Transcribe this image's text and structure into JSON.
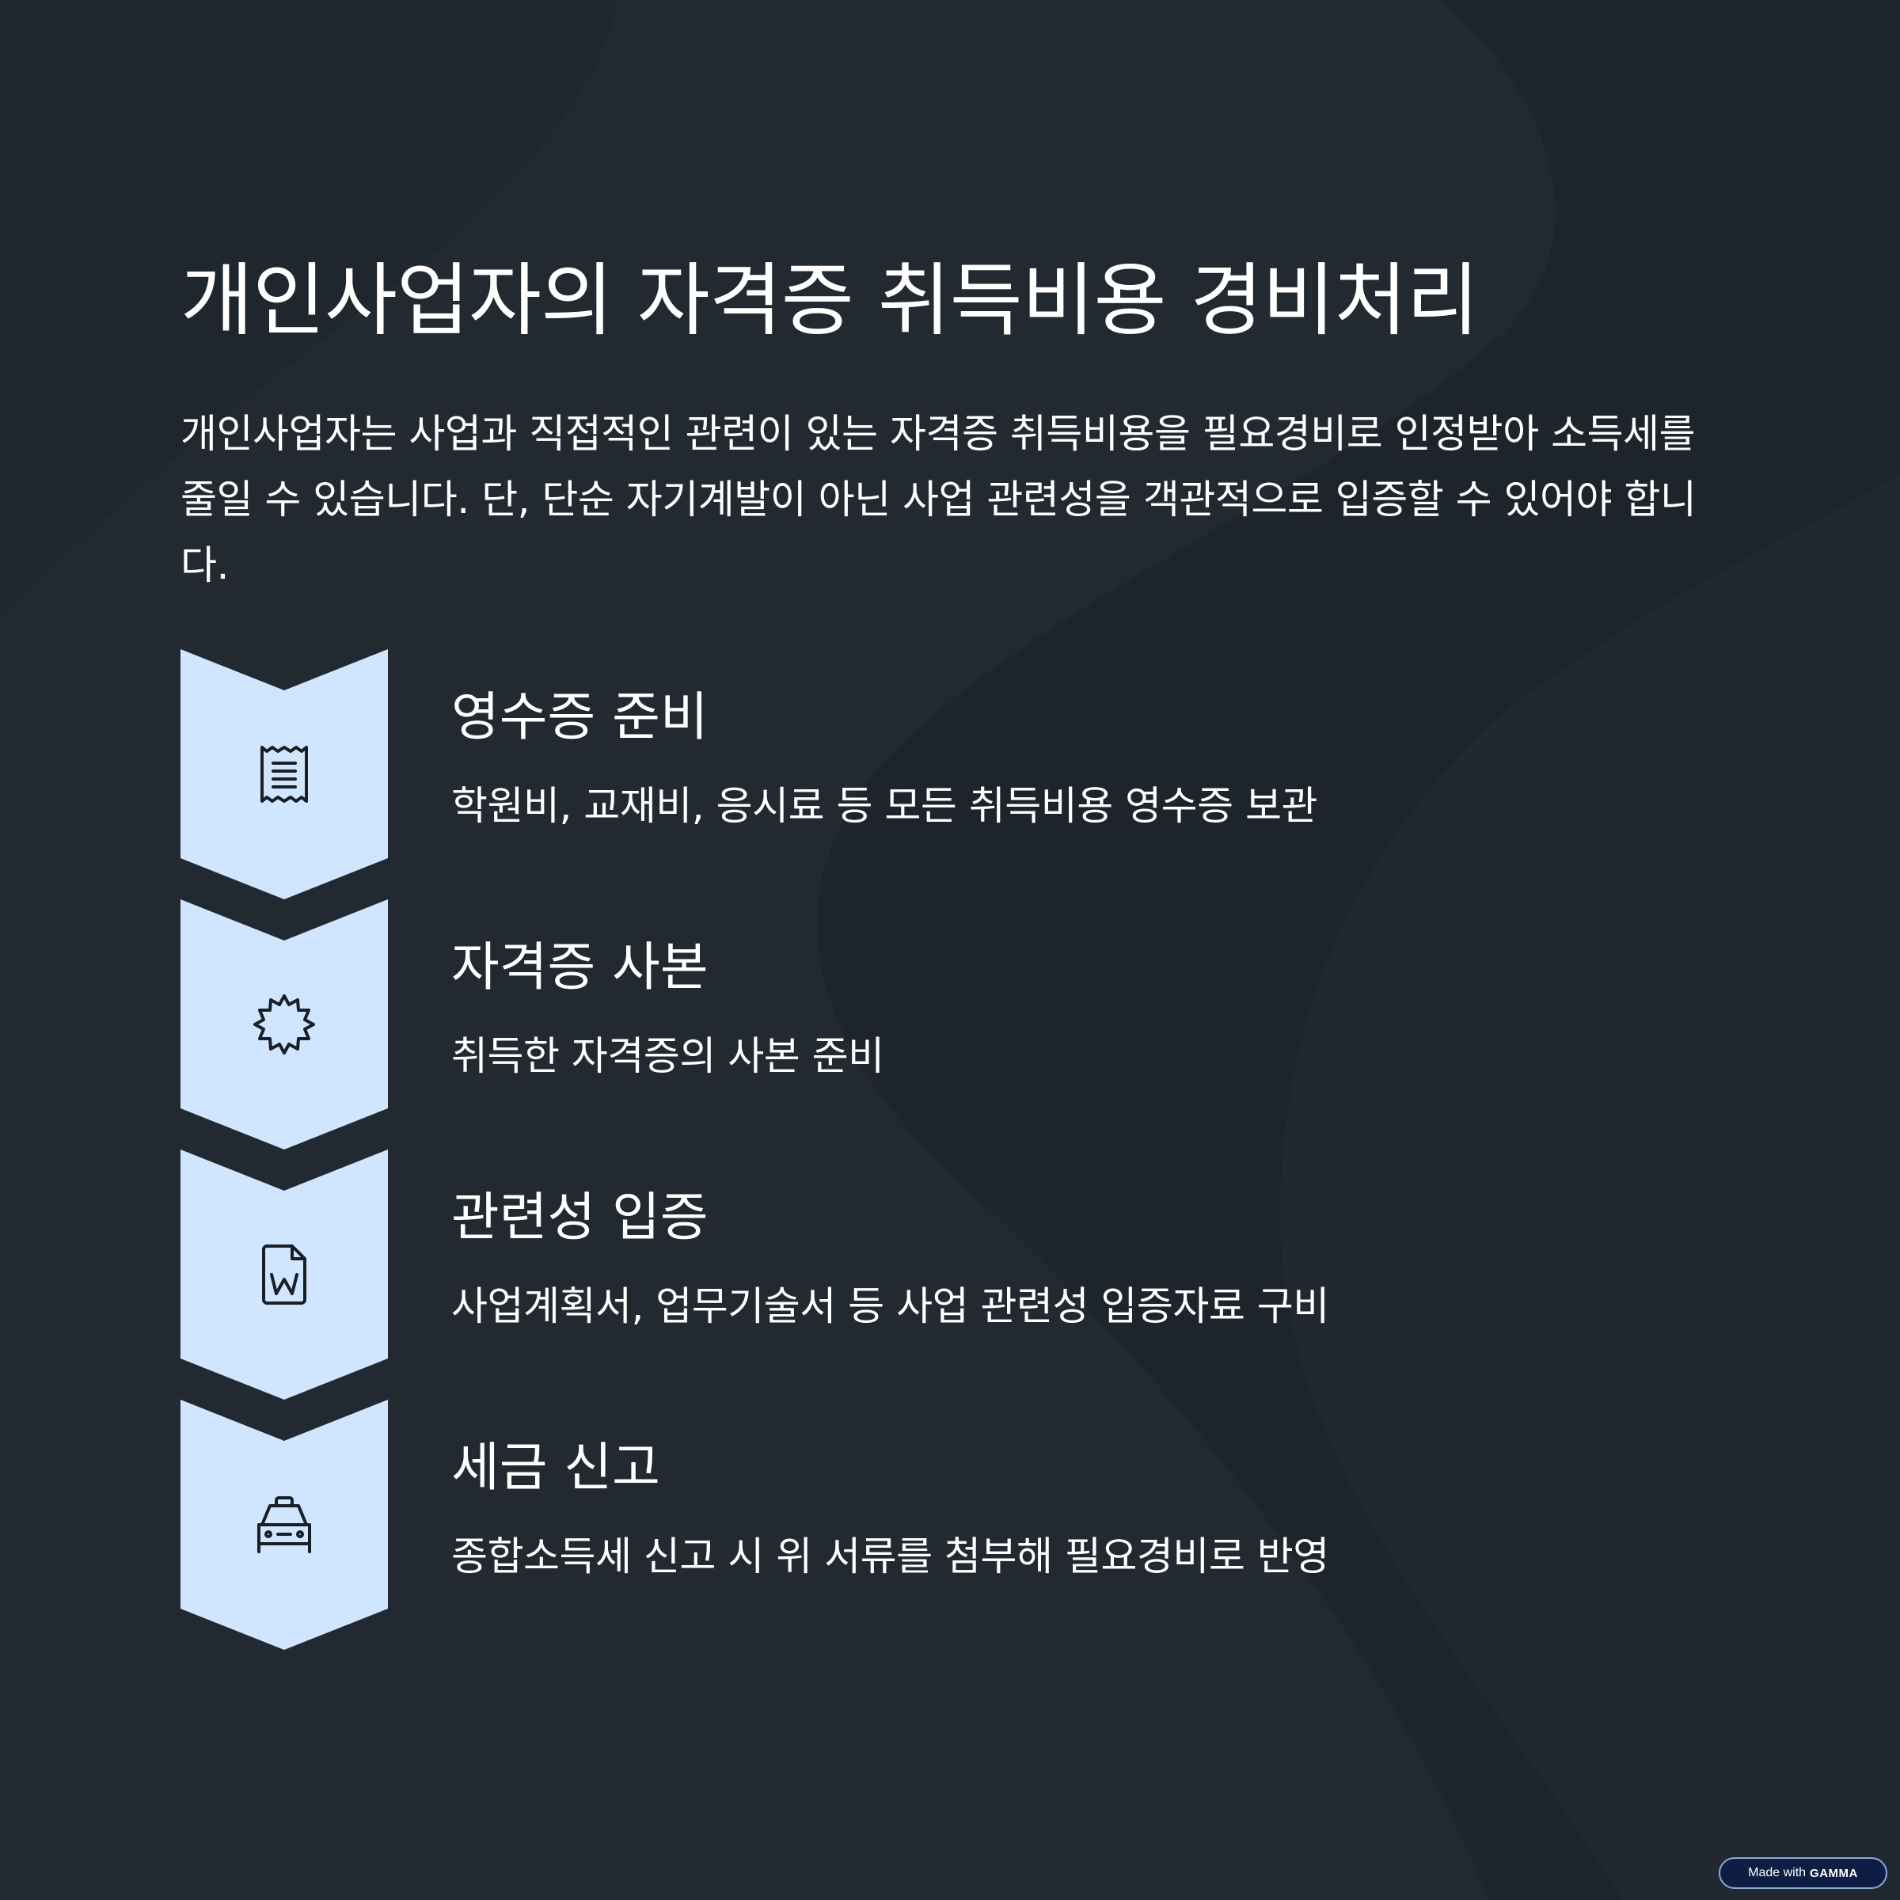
{
  "title": "개인사업자의 자격증 취득비용 경비처리",
  "intro": "개인사업자는 사업과 직접적인 관련이 있는 자격증 취득비용을 필요경비로 인정받아 소득세를 줄일 수 있습니다. 단, 단순 자기계발이 아닌 사업 관련성을 객관적으로 입증할 수 있어야 합니다.",
  "steps": [
    {
      "title": "영수증 준비",
      "description": "학원비, 교재비, 응시료 등 모든 취득비용 영수증 보관",
      "icon": "receipt-icon"
    },
    {
      "title": "자격증 사본",
      "description": "취득한 자격증의 사본 준비",
      "icon": "badge-seal-icon"
    },
    {
      "title": "관련성 입증",
      "description": "사업계획서, 업무기술서 등 사업 관련성 입증자료 구비",
      "icon": "word-document-icon"
    },
    {
      "title": "세금 신고",
      "description": "종합소득세 신고 시 위 서류를 첨부해 필요경비로 반영",
      "icon": "taxi-icon"
    }
  ],
  "badge": {
    "prefix": "Made with",
    "brand": "GAMMA"
  },
  "colors": {
    "background": "#232931",
    "chevron": "#d0e6ff",
    "icon_stroke": "#1a1f26",
    "text": "#ffffff",
    "badge_bg": "#0e1d44"
  }
}
